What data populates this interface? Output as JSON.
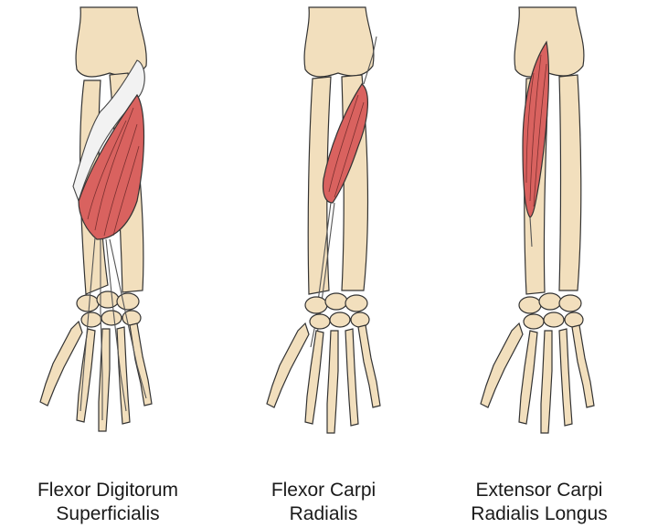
{
  "colors": {
    "bone": "#f2dfbd",
    "muscle": "#d9625f",
    "outline": "#333333"
  },
  "panels": [
    {
      "caption_line1": "Flexor Digitorum",
      "caption_line2": "Superficialis"
    },
    {
      "caption_line1": "Flexor Carpi",
      "caption_line2": "Radialis"
    },
    {
      "caption_line1": "Extensor Carpi",
      "caption_line2": "Radialis Longus"
    }
  ]
}
